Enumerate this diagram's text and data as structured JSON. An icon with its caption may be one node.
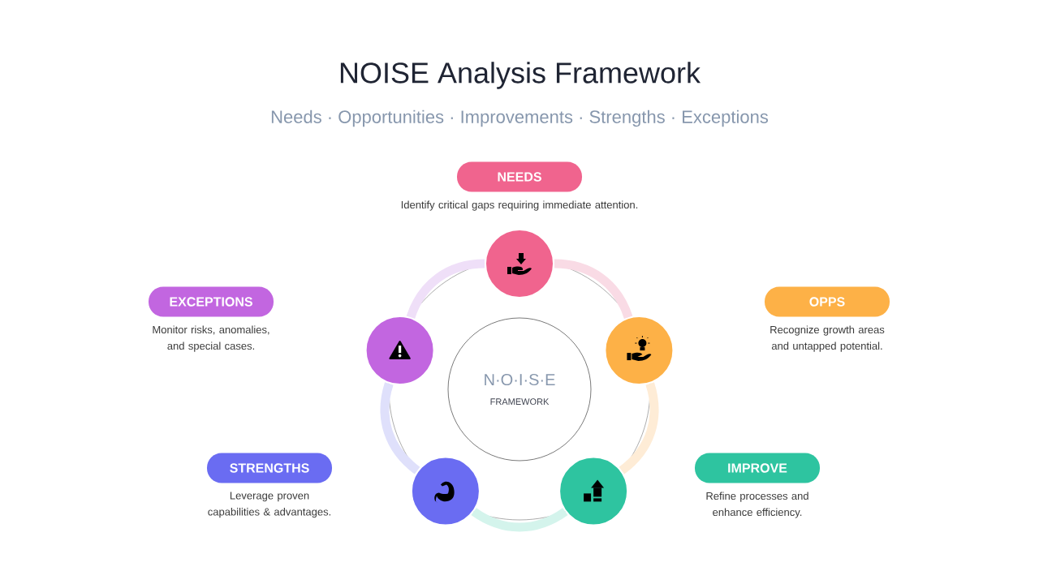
{
  "diagram": {
    "title": "NOISE Analysis Framework",
    "nodes": [
      {
        "text": [],
        "shape": "circle"
      },
      {
        "text": [],
        "shape": "circle"
      },
      {
        "text": [],
        "shape": "circle"
      },
      {
        "text": [],
        "shape": "circle"
      },
      {
        "text": [],
        "shape": "circle"
      },
      {
        "text": [
          "N·O·I·S·E",
          "FRAMEWORK"
        ]
      },
      {
        "text": [
          "NEEDS"
        ],
        "beside": [
          "Identify critical gaps requiring immediate attention."
        ]
      },
      {
        "text": [
          "OPPS"
        ],
        "beside": [
          "Recognize growth areas and untapped potential."
        ]
      },
      {
        "text": [
          "IMPROVE"
        ],
        "beside": [
          "Refine processes and enhance efficiency."
        ]
      },
      {
        "text": [
          "STRENGTHS"
        ],
        "beside": [
          "Leverage proven capabilities & advantages."
        ]
      },
      {
        "text": [
          "EXCEPTIONS"
        ],
        "beside": [
          "Monitor risks, anomalies, and special cases."
        ]
      }
    ],
    "edges": [
      {
        "from": 0,
        "to": 1,
        "arrow": "none",
        "color": "#f9dbe5"
      },
      {
        "from": 1,
        "to": 2,
        "arrow": "none",
        "color": "#feecd6"
      },
      {
        "from": 2,
        "to": 3,
        "arrow": "none",
        "color": "#d4f4ec"
      },
      {
        "from": 3,
        "to": 4,
        "arrow": "none",
        "color": "#dfe0fb"
      },
      {
        "from": 4,
        "to": 0,
        "arrow": "none",
        "color": "#efdff8"
      }
    ],
    "labels": [
      "Needs · Opportunities · Improvements · Strengths · Exceptions"
    ]
  }
}
